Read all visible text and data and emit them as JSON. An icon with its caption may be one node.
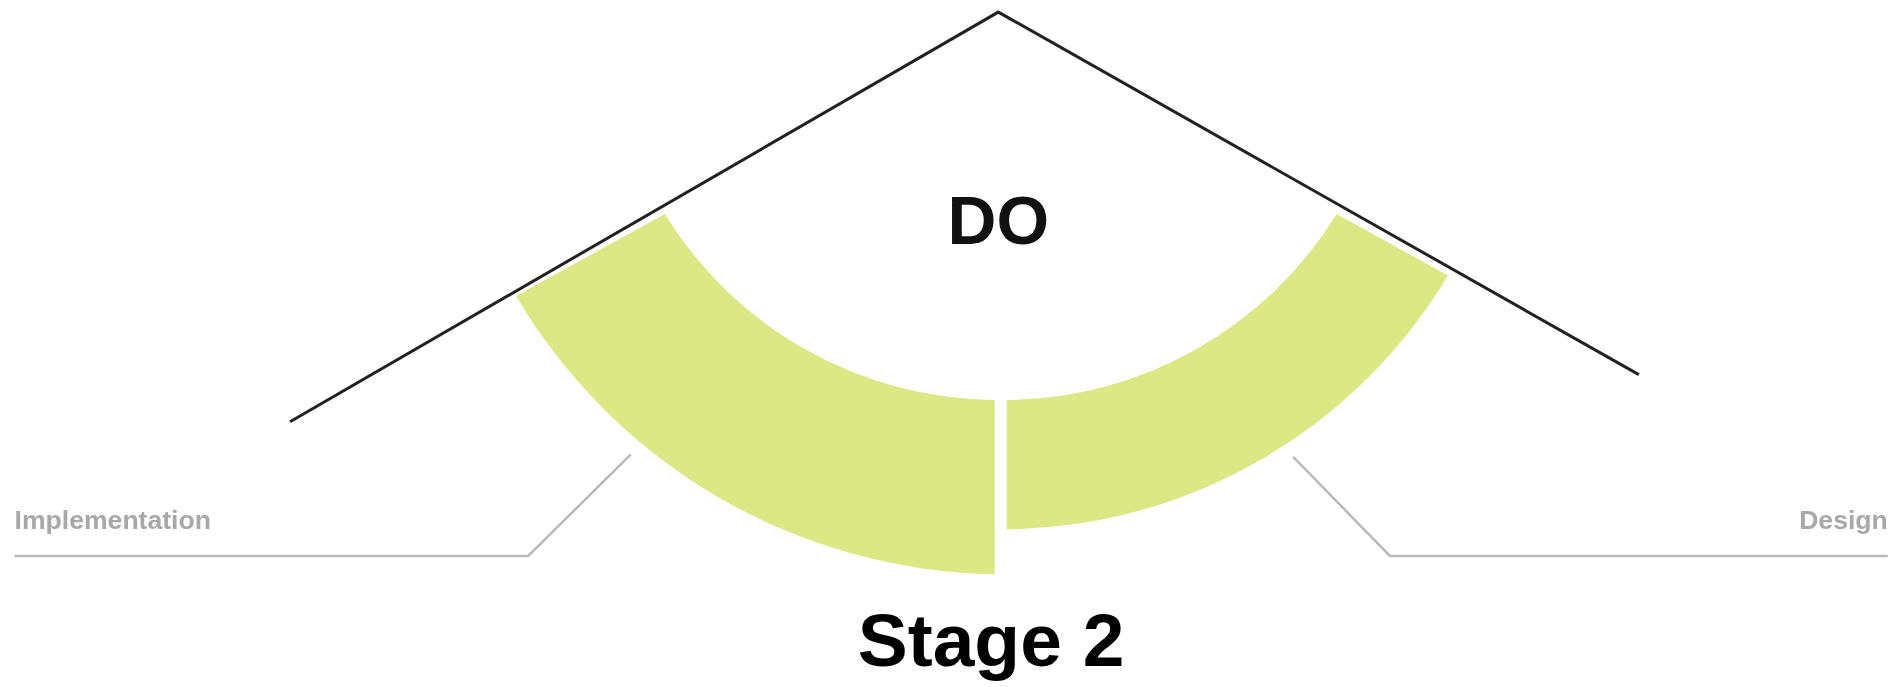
{
  "diagram": {
    "caption": "Stage 2",
    "nodes": [
      {
        "text": [
          "Implementation"
        ]
      },
      {
        "text": [],
        "shape": "band"
      },
      {
        "text": [],
        "shape": "band"
      },
      {
        "text": [
          "Design"
        ]
      }
    ],
    "edges": [
      {
        "from": 0,
        "to": 1,
        "arrow": "none"
      },
      {
        "from": 3,
        "to": 2,
        "arrow": "none"
      }
    ],
    "labels": [
      "DO"
    ]
  }
}
